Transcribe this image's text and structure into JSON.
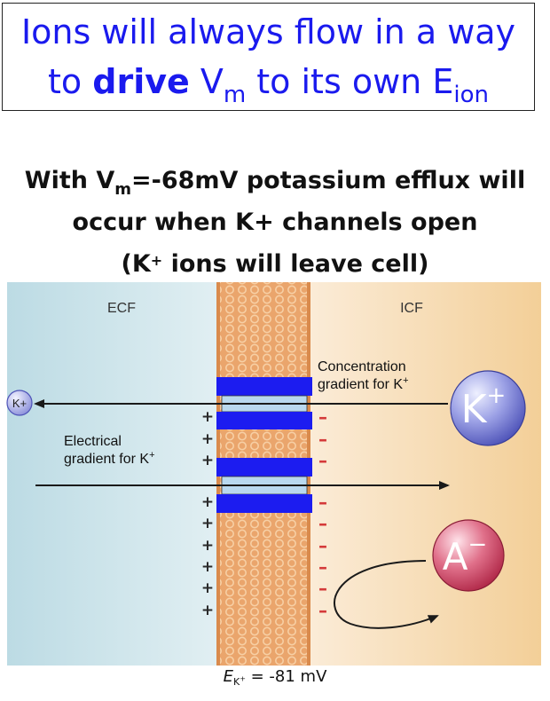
{
  "title": {
    "line1": "Ions will always flow in a way",
    "line2_pre": "to ",
    "line2_bold": "drive",
    "line2_v": " V",
    "line2_vsub": "m",
    "line2_mid": " to its own E",
    "line2_esub": "ion"
  },
  "caption": {
    "line1_pre": "With V",
    "line1_sub": "m",
    "line1_post": "=-68mV potassium efflux will",
    "line2": "occur when K+ channels open",
    "line3_pre": "(K",
    "line3_sup": "+",
    "line3_post": " ions will leave cell)"
  },
  "diagram": {
    "ecf_label": "ECF",
    "icf_label": "ICF",
    "concentration_line1": "Concentration",
    "concentration_line2": "gradient for K",
    "electrical_line1": "Electrical",
    "electrical_line2": "gradient for K",
    "superscript_plus": "+",
    "k_small": "K+",
    "k_big": "K",
    "a_big": "A",
    "a_sup": "−",
    "plus_sign": "+",
    "minus_sign": "–"
  },
  "equilibrium": {
    "label": "E",
    "sub": "K",
    "sup": "+",
    "equals": " = ",
    "value": "-81 mV"
  },
  "colors": {
    "title_text": "#1a1aee",
    "ecf_bg": "#cbe3ea",
    "icf_bg": "#f7dcb4",
    "membrane": "#e9a66f",
    "channel": "#1c1cf0",
    "channel_gap": "#b9d8ee",
    "k_ion": "#7a7fd6",
    "a_ion": "#d44867",
    "minus": "#d43a3a",
    "plus": "#2a2a2a"
  }
}
